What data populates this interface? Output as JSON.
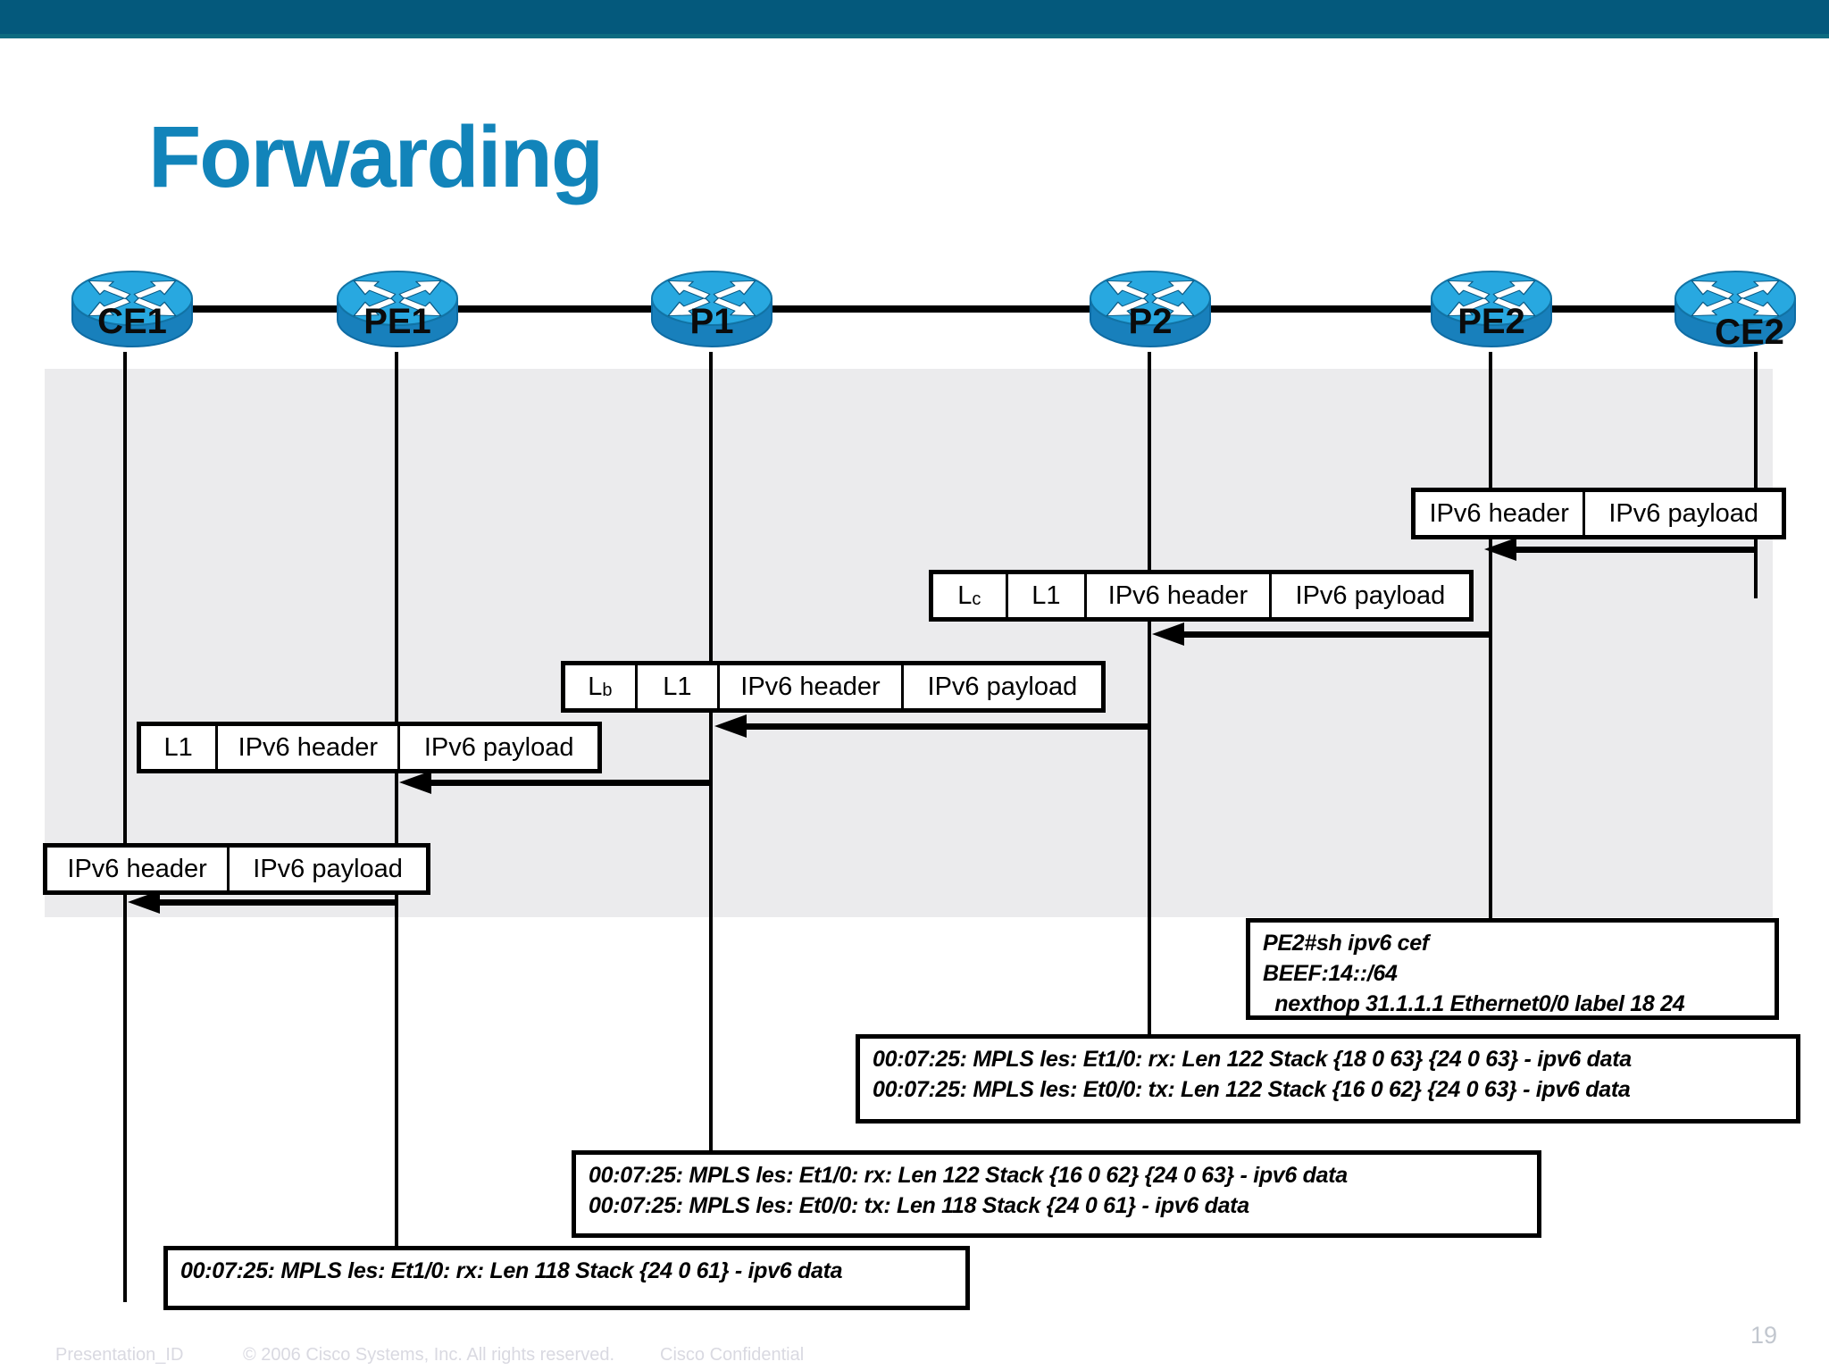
{
  "slide": {
    "title": "Forwarding",
    "page_number": "19"
  },
  "colors": {
    "top_bar": "#04597C",
    "top_bar_edge": "#0D6B80",
    "title_blue": "#1284BA",
    "band_gray": "#EBEBED",
    "router_top": "#28A8E0",
    "router_body": "#1880BC",
    "line_black": "#000000"
  },
  "routers": [
    {
      "label": "CE1"
    },
    {
      "label": "PE1"
    },
    {
      "label": "P1"
    },
    {
      "label": "P2"
    },
    {
      "label": "PE2"
    },
    {
      "label": "CE2"
    }
  ],
  "packets": {
    "ce2_side": {
      "cells": [
        {
          "label": "IPv6 header"
        },
        {
          "label": "IPv6 payload"
        }
      ]
    },
    "p2": {
      "cells": [
        {
          "label": "L",
          "sub": "c"
        },
        {
          "label": "L1"
        },
        {
          "label": "IPv6 header"
        },
        {
          "label": "IPv6 payload"
        }
      ]
    },
    "p1": {
      "cells": [
        {
          "label": "L",
          "sub": "b"
        },
        {
          "label": "L1"
        },
        {
          "label": "IPv6 header"
        },
        {
          "label": "IPv6 payload"
        }
      ]
    },
    "pe1": {
      "cells": [
        {
          "label": "L1"
        },
        {
          "label": "IPv6 header"
        },
        {
          "label": "IPv6 payload"
        }
      ]
    },
    "ce1": {
      "cells": [
        {
          "label": "IPv6 header"
        },
        {
          "label": "IPv6 payload"
        }
      ]
    }
  },
  "consoles": {
    "pe2_cef": {
      "lines": [
        "PE2#sh ipv6 cef",
        "BEEF:14::/64",
        "  nexthop 31.1.1.1 Ethernet0/0 label 18 24"
      ]
    },
    "p2_debug": {
      "lines": [
        "00:07:25: MPLS les: Et1/0: rx: Len 122 Stack {18 0 63} {24 0 63} - ipv6 data",
        "00:07:25: MPLS les: Et0/0: tx: Len 122 Stack {16 0 62} {24 0 63} - ipv6 data"
      ]
    },
    "p1_debug": {
      "lines": [
        "00:07:25: MPLS les: Et1/0: rx: Len 122 Stack {16 0 62} {24 0 63} - ipv6 data",
        "00:07:25: MPLS les: Et0/0: tx: Len 118 Stack {24 0 61} - ipv6 data"
      ]
    },
    "pe1_debug": {
      "lines": [
        "00:07:25: MPLS les: Et1/0: rx: Len 118 Stack {24 0 61} - ipv6 data"
      ]
    }
  },
  "footer": {
    "presentation_id": "Presentation_ID",
    "copyright": "© 2006 Cisco Systems, Inc. All rights reserved.",
    "confidential": "Cisco Confidential"
  }
}
